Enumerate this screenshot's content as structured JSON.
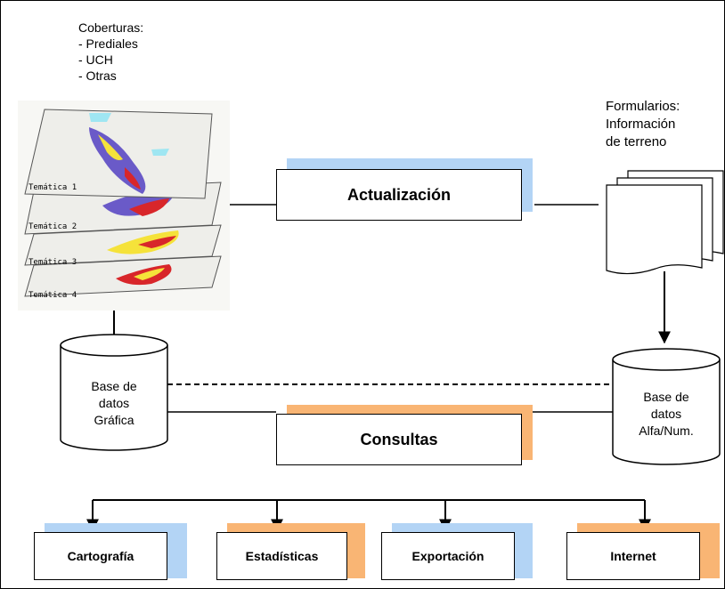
{
  "coverages": {
    "title": "Coberturas:",
    "items": [
      "- Prediales",
      "- UCH",
      "- Otras"
    ]
  },
  "forms": {
    "lines": [
      "Formularios:",
      "Información",
      "de terreno"
    ]
  },
  "map_layer_labels": [
    "Temática 1",
    "Temática 2",
    "Temática 3",
    "Temática 4"
  ],
  "process_boxes": {
    "update": "Actualización",
    "query": "Consultas"
  },
  "databases": {
    "graphic": [
      "Base de",
      "datos",
      "Gráfica"
    ],
    "alpha": [
      "Base de",
      "datos",
      "Alfa/Num."
    ]
  },
  "outputs": [
    "Cartografía",
    "Estadísticas",
    "Exportación",
    "Internet"
  ],
  "colors": {
    "shadow_blue": "#b3d4f5",
    "shadow_orange": "#f9b574",
    "layer_yellow": "#f5e23a",
    "layer_red": "#d8262a",
    "layer_purple": "#6a5ac8",
    "layer_cyan": "#9fe6f2"
  }
}
